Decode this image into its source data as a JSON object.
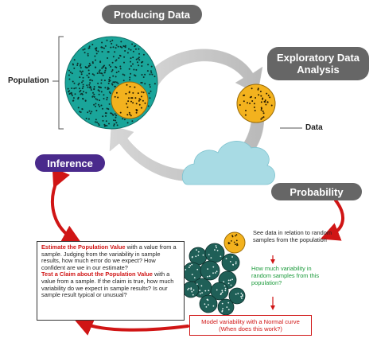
{
  "titles": {
    "producing": "Producing Data",
    "eda_line1": "Exploratory Data",
    "eda_line2": "Analysis",
    "inference": "Inference",
    "probability": "Probability"
  },
  "labels": {
    "population": "Population",
    "data": "Data"
  },
  "inference_box": {
    "estimate_heading": "Estimate the Population Value",
    "estimate_body": " with a value from a sample. Judging from the variability in sample results, how much error do we expect? How confident are we in our estimate?",
    "test_heading": "Test a Claim about the Population Value",
    "test_body": " with a value from a sample. If the claim is true, how much variability do we expect in sample results? Is our sample result typical or unusual?"
  },
  "probability_box": {
    "compare_text": "See data in relation to random samples from the population",
    "question_text": "How much variability in random samples from this population?",
    "model_line1": "Model variability with a Normal curve",
    "model_line2": "(When does this work?)"
  },
  "colors": {
    "population_teal": "#1aa59a",
    "dark_teal": "#1f5f57",
    "sample_yellow": "#f3b21e",
    "cloud_blue": "#a8dbe4",
    "arrow_gray": "#c8c8c8",
    "red": "#d01515",
    "green": "#1a9a3a",
    "inference_purple": "#4a2a8c",
    "pill_gray": "#666666"
  }
}
